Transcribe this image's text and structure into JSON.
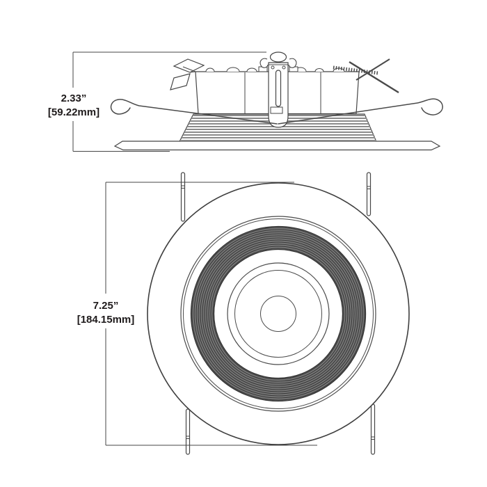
{
  "drawing": {
    "colors": {
      "background": "#ffffff",
      "line": "#454545",
      "rib_gray": "#8a8a8a",
      "baffle_ring_gray": "#767676",
      "text": "#1e1a1b"
    },
    "side_view": {
      "dimension_height": {
        "inches": "2.33”",
        "millimeters": "[59.22mm]"
      }
    },
    "front_view": {
      "dimension_diameter": {
        "inches": "7.25”",
        "millimeters": "[184.15mm]"
      }
    }
  }
}
